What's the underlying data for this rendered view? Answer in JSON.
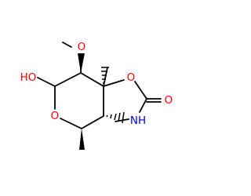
{
  "molecule": {
    "atoms": {
      "oh": "HO",
      "ring_o": "O",
      "ome_o": "O",
      "oxazole_o": "O",
      "carbonyl_o": "O",
      "nh": "NH"
    }
  },
  "colors": {
    "bond": "#000000",
    "oxygen": "#ff0000",
    "nitrogen": "#0000ff",
    "background": "#ffffff"
  }
}
